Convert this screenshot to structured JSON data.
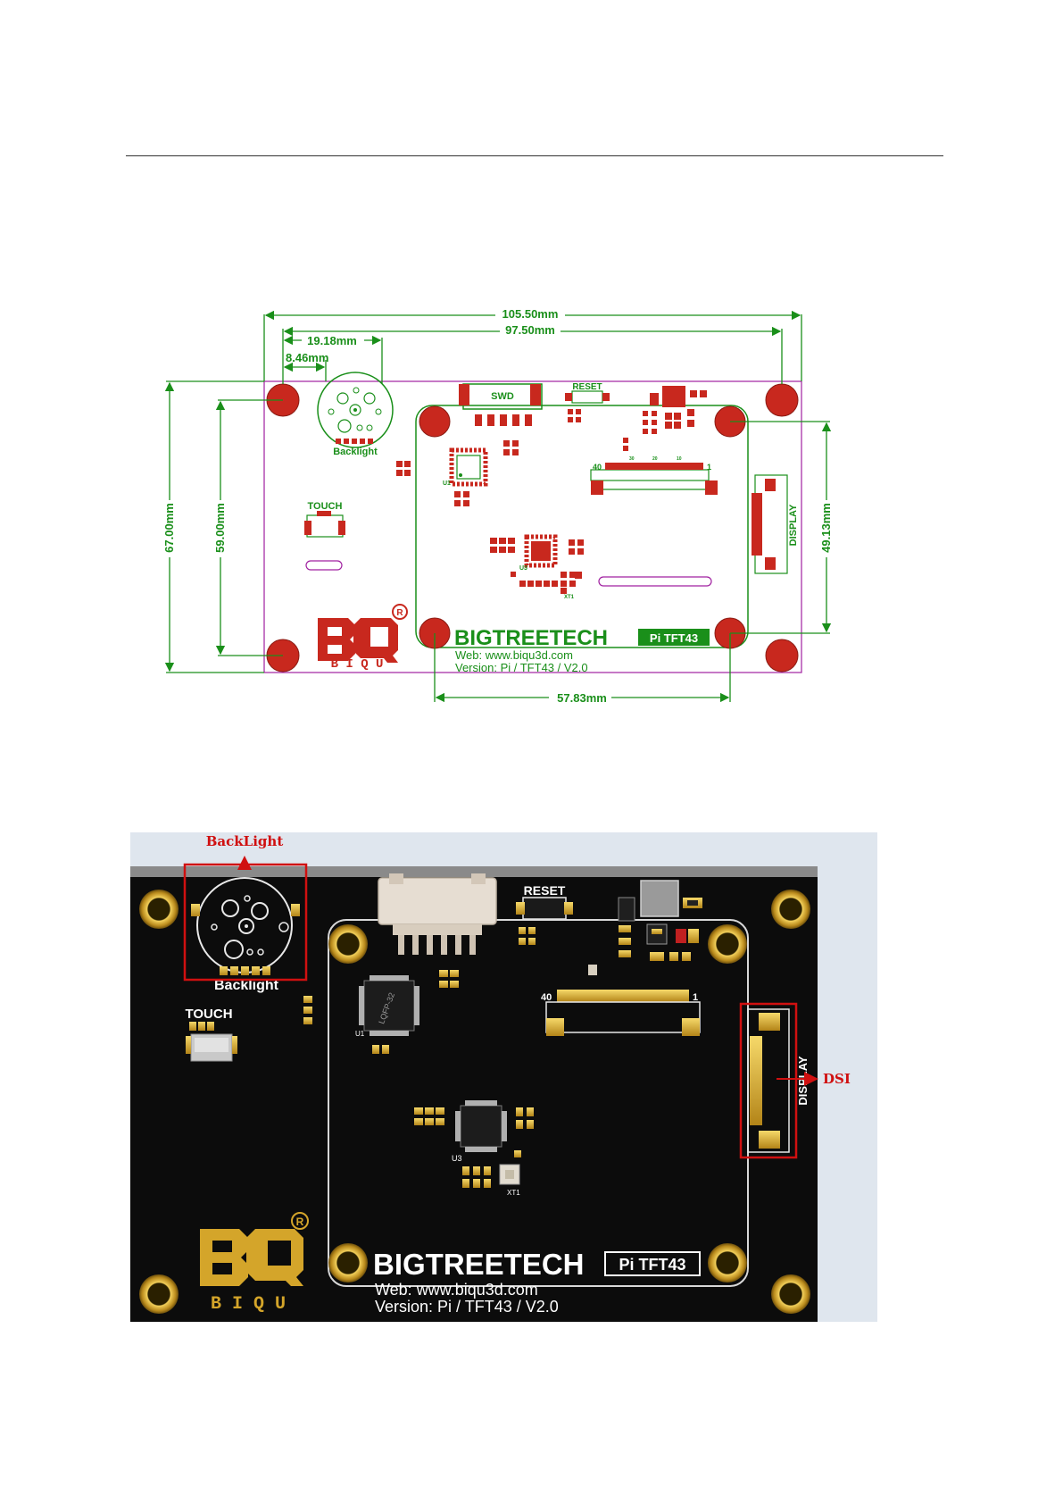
{
  "drawing": {
    "dimensions": {
      "overall_width": "105.50mm",
      "mount_hole_width": "97.50mm",
      "backlight_offset": "19.18mm",
      "backlight_hole_offset": "8.46mm",
      "overall_height": "67.00mm",
      "mount_hole_height": "59.00mm",
      "display_hole_height": "49.13mm",
      "display_hole_width": "57.83mm"
    },
    "silkscreen": {
      "swd": "SWD",
      "reset": "RESET",
      "backlight": "Backlight",
      "touch": "TOUCH",
      "display": "DISPLAY",
      "u1": "U1",
      "u3": "U3",
      "xt1": "XT1",
      "pin_40": "40",
      "pin_1": "1",
      "pin_30": "30",
      "pin_20": "20",
      "pin_10": "10",
      "brand": "BIGTREETECH",
      "model": "Pi TFT43",
      "web": "Web: www.biqu3d.com",
      "version": "Version: Pi / TFT43 / V2.0",
      "logo_sub": "B I Q U"
    },
    "colors": {
      "outline": "#a020a0",
      "silk": "#1a8f1a",
      "pad": "#c8281e"
    }
  },
  "photo": {
    "annotations": {
      "backlight": "BackLight",
      "dsi": "DSI"
    },
    "silkscreen": {
      "reset": "RESET",
      "backlight": "Backlight",
      "touch": "TOUCH",
      "display": "DISPLAY",
      "chip": "LQFP-32",
      "u1": "U1",
      "u3": "U3",
      "xt1": "XT1",
      "pin_40": "40",
      "pin_1": "1",
      "brand": "BIGTREETECH",
      "model": "Pi TFT43",
      "web": "Web: www.biqu3d.com",
      "version": "Version: Pi / TFT43 / V2.0",
      "logo_sub": "B I Q U"
    },
    "colors": {
      "board": "#0c0c0c",
      "gold": "#d4a52a",
      "annotation": "#d01010"
    }
  }
}
